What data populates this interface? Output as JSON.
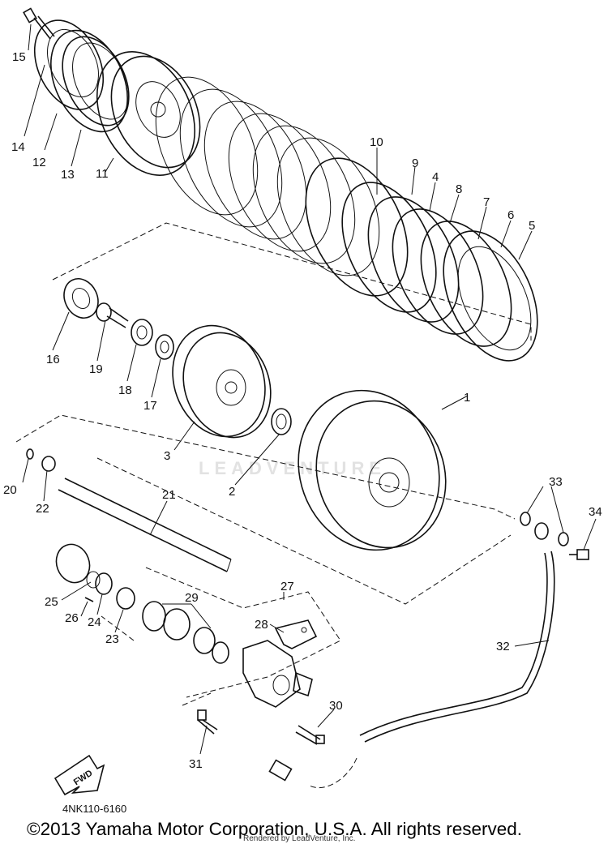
{
  "diagram": {
    "callouts": [
      "1",
      "2",
      "3",
      "4",
      "5",
      "6",
      "7",
      "8",
      "9",
      "10",
      "11",
      "12",
      "13",
      "14",
      "15",
      "16",
      "17",
      "18",
      "19",
      "20",
      "21",
      "22",
      "23",
      "24",
      "25",
      "26",
      "27",
      "28",
      "29",
      "30",
      "31",
      "32",
      "33",
      "34"
    ],
    "fwd_label": "FWD",
    "part_code": "4NK110-6160",
    "copyright": "©2013 Yamaha Motor Corporation, U.S.A. All rights reserved.",
    "renderer": "Rendered by LeadVenture, Inc.",
    "watermark": "LEADVENTURE"
  }
}
